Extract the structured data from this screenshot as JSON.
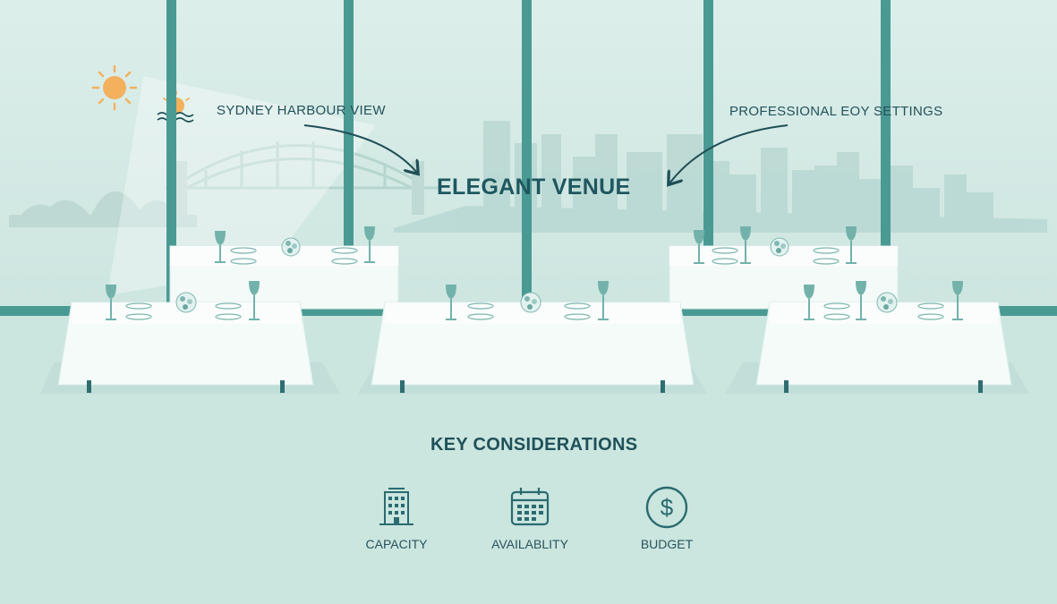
{
  "scene": {
    "title": "ELEGANT VENUE",
    "callout_left": "SYDNEY HARBOUR VIEW",
    "callout_right": "PROFESSIONAL EOY SETTINGS",
    "icons": [
      "sun-icon",
      "sunset-over-water-icon",
      "wine-glass-icon",
      "flower-centerpiece-icon",
      "plate-icon"
    ]
  },
  "considerations": {
    "title": "KEY CONSIDERATIONS",
    "items": [
      {
        "icon": "building-icon",
        "label": "CAPACITY"
      },
      {
        "icon": "calendar-icon",
        "label": "AVAILABLITY"
      },
      {
        "icon": "dollar-icon",
        "label": "BUDGET"
      }
    ]
  },
  "colors": {
    "background": "#cfe6e1",
    "window_frame": "#4a9a94",
    "text": "#1f5159",
    "sun": "#f3b15d",
    "tablecloth": "#f4fbf9"
  }
}
